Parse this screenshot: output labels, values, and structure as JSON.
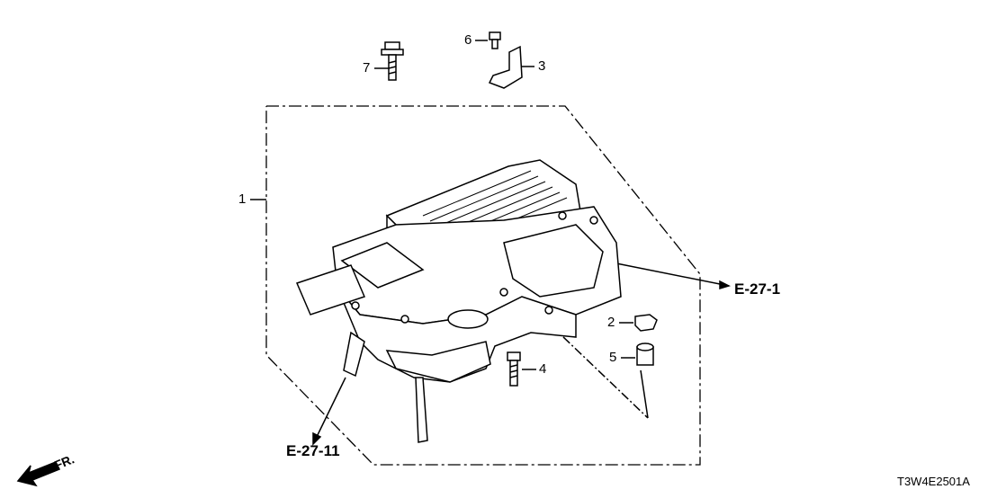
{
  "diagram": {
    "part_numbers": [
      "1",
      "2",
      "3",
      "4",
      "5",
      "6",
      "7"
    ],
    "references": {
      "right": "E-27-1",
      "bottom": "E-27-11"
    },
    "direction_label": "FR.",
    "diagram_code": "T3W4E2501A"
  }
}
